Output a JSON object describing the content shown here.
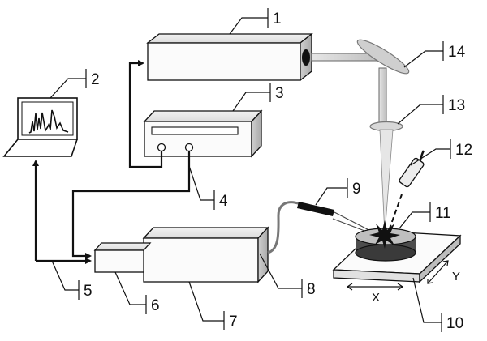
{
  "labels": {
    "l1": "1",
    "l2": "2",
    "l3": "3",
    "l4": "4",
    "l5": "5",
    "l6": "6",
    "l7": "7",
    "l8": "8",
    "l9": "9",
    "l10": "10",
    "l11": "11",
    "l12": "12",
    "l13": "13",
    "l14": "14"
  },
  "axes": {
    "x": "X",
    "y": "Y"
  }
}
